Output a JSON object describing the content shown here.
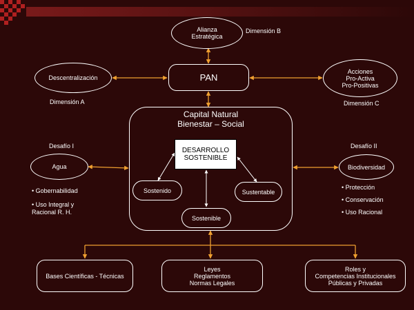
{
  "nodes": {
    "alianza": [
      "Alianza",
      "Estratégica"
    ],
    "pan": "PAN",
    "descentralizacion": "Descentralización",
    "acciones": [
      "Acciones",
      "Pro-Activa",
      "Pro-Positivas"
    ],
    "capital": [
      "Capital Natural",
      "Bienestar – Social"
    ],
    "desarrollo": [
      "DESARROLLO",
      "SOSTENIBLE"
    ],
    "sostenido": "Sostenido",
    "sustentable": "Sustentable",
    "sostenible": "Sostenible",
    "agua": "Agua",
    "biodiversidad": "Biodiversidad",
    "bases": "Bases Científicas - Técnicas",
    "leyes": [
      "Leyes",
      "Reglamentos",
      "Normas Legales"
    ],
    "roles": [
      "Roles y",
      "Competencias Institucionales",
      "Públicas y Privadas"
    ]
  },
  "labels": {
    "dim_a": "Dimensión  A",
    "dim_b": "Dimensión  B",
    "dim_c": "Dimensión  C",
    "desafio_1": "Desafío I",
    "desafio_2": "Desafío II"
  },
  "lists": {
    "left": [
      "• Gobernabilidad",
      "• Uso Integral  y",
      "Racional R. H."
    ],
    "right": [
      "• Protección",
      "• Conservación",
      "• Uso Racional"
    ]
  },
  "colors": {
    "background": "#2c0808",
    "arrow_orange": "#f0a030",
    "arrow_white": "#ffffff",
    "border": "#ffffff"
  }
}
